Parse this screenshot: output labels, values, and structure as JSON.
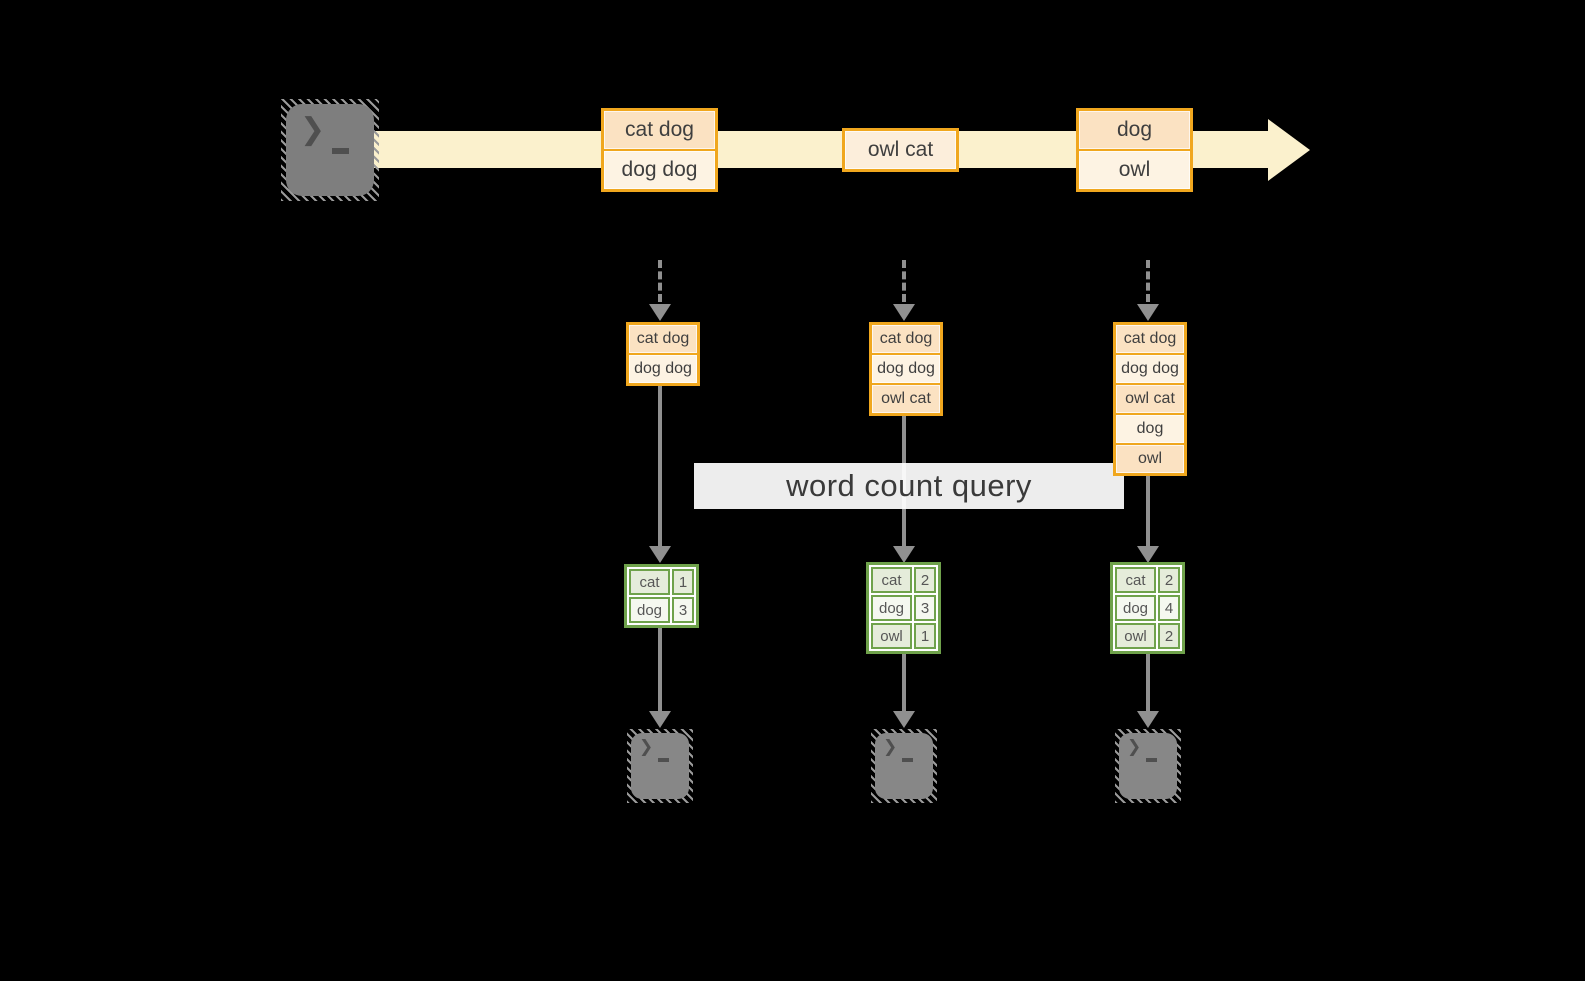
{
  "query_label": {
    "text": "word count query"
  },
  "icons": {
    "terminal_prompt_glyph": "❯",
    "source_icon": "terminal-icon",
    "sink_icon": "terminal-icon"
  },
  "stream": {
    "batches": [
      {
        "items": [
          "cat dog",
          "dog dog"
        ]
      },
      {
        "items": [
          "owl cat"
        ]
      },
      {
        "items": [
          "dog",
          "owl"
        ]
      }
    ]
  },
  "pipelines": [
    {
      "buffer": [
        "cat dog",
        "dog dog"
      ],
      "counts": [
        {
          "word": "cat",
          "count": "1"
        },
        {
          "word": "dog",
          "count": "3"
        }
      ]
    },
    {
      "buffer": [
        "cat dog",
        "dog dog",
        "owl cat"
      ],
      "counts": [
        {
          "word": "cat",
          "count": "2"
        },
        {
          "word": "dog",
          "count": "3"
        },
        {
          "word": "owl",
          "count": "1"
        }
      ]
    },
    {
      "buffer": [
        "cat dog",
        "dog dog",
        "owl cat",
        "dog",
        "owl"
      ],
      "counts": [
        {
          "word": "cat",
          "count": "2"
        },
        {
          "word": "dog",
          "count": "4"
        },
        {
          "word": "owl",
          "count": "2"
        }
      ]
    }
  ],
  "colors": {
    "background": "#000000",
    "orange_border": "#F0A71E",
    "peach_fill": "#FBE2C2",
    "cream_fill": "#FDF3E3",
    "stream_band": "#FBF1CD",
    "green_border": "#6FA24B",
    "sage_fill": "#E5ECDA",
    "pale_sage_fill": "#F5F8F0",
    "gray_flow": "#909090",
    "label_bg": "#FFFFFF"
  }
}
